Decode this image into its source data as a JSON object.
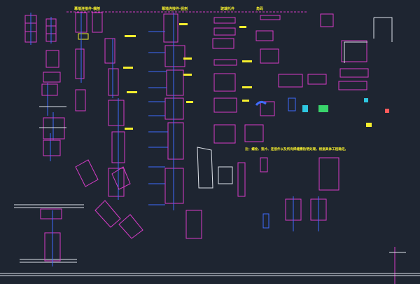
{
  "colors": {
    "background": "#1e2531",
    "magenta": "#d83cc8",
    "blue": "#3f6cff",
    "red": "#ff5a5a",
    "yellow": "#f5ee2e",
    "white": "#dfe3ea",
    "cyan": "#2ec7e0",
    "green": "#39d46b"
  },
  "titles": {
    "t1": "幕墙连接件-横剖",
    "t2": "幕墙连接件-竖剖",
    "t3": "玻璃托件",
    "t4": "角码",
    "note": "注：螺栓、垫片、连接件以及所有焊缝需防锈处理，根据具体工程确定。"
  }
}
